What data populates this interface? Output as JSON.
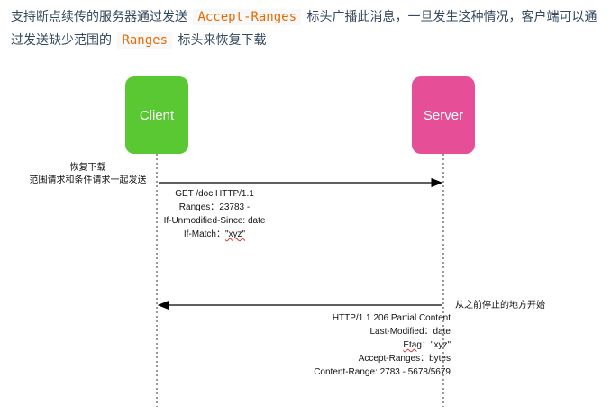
{
  "intro": {
    "part1": "支持断点续传的服务器通过发送",
    "code1": "Accept-Ranges",
    "part2": "标头广播此消息，一旦发生这种情况，客户端可以通过发送缺少范围的",
    "code2": "Ranges",
    "part3": "标头来恢复下载"
  },
  "actors": {
    "client": {
      "label": "Client",
      "color": "#5ac832"
    },
    "server": {
      "label": "Server",
      "color": "#e64e98"
    }
  },
  "request_note": {
    "line1": "恢复下载",
    "line2": "范围请求和条件请求一起发送"
  },
  "request_headers": [
    "GET /doc  HTTP/1.1",
    "Ranges：23783 -",
    "If-Unmodified-Since: date",
    "If-Match："
  ],
  "request_if_match_value": "\"xyz\"",
  "response_note": "从之前停止的地方开始",
  "response_headers": {
    "status": "HTTP/1.1 206 Partial Content",
    "last_modified": "Last-Modified：date",
    "etag_name": "Etag",
    "etag_value": "：\"xyz\"",
    "accept_ranges": "Accept-Ranges：bytes",
    "content_range": "Content-Range: 2783 - 5678/5679"
  },
  "colors": {
    "code_text": "#e96900",
    "arrow": "#000000"
  }
}
